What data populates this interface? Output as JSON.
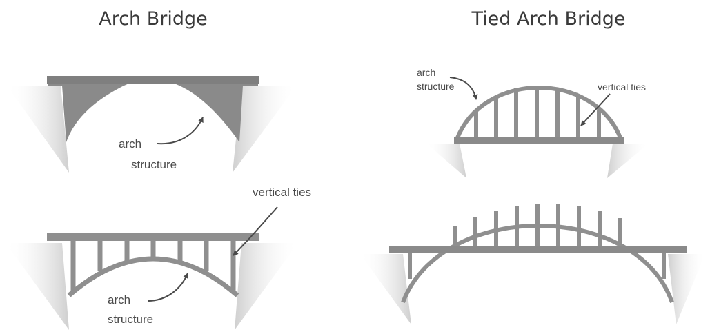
{
  "titles": {
    "arch_bridge": "Arch Bridge",
    "tied_arch_bridge": "Tied Arch Bridge"
  },
  "labels": {
    "top_left": {
      "line1": "arch",
      "line2": "structure"
    },
    "bottom_left_arch": {
      "line1": "arch",
      "line2": "structure"
    },
    "bottom_left_ties": "vertical ties",
    "top_right_arch": {
      "line1": "arch",
      "line2": "structure"
    },
    "top_right_ties": "vertical ties"
  },
  "colors": {
    "structure": "#8f8f8f",
    "solid_fill": "#8a8a8a",
    "ground": "#d9d9d9",
    "arrow": "#4a4a4a"
  }
}
